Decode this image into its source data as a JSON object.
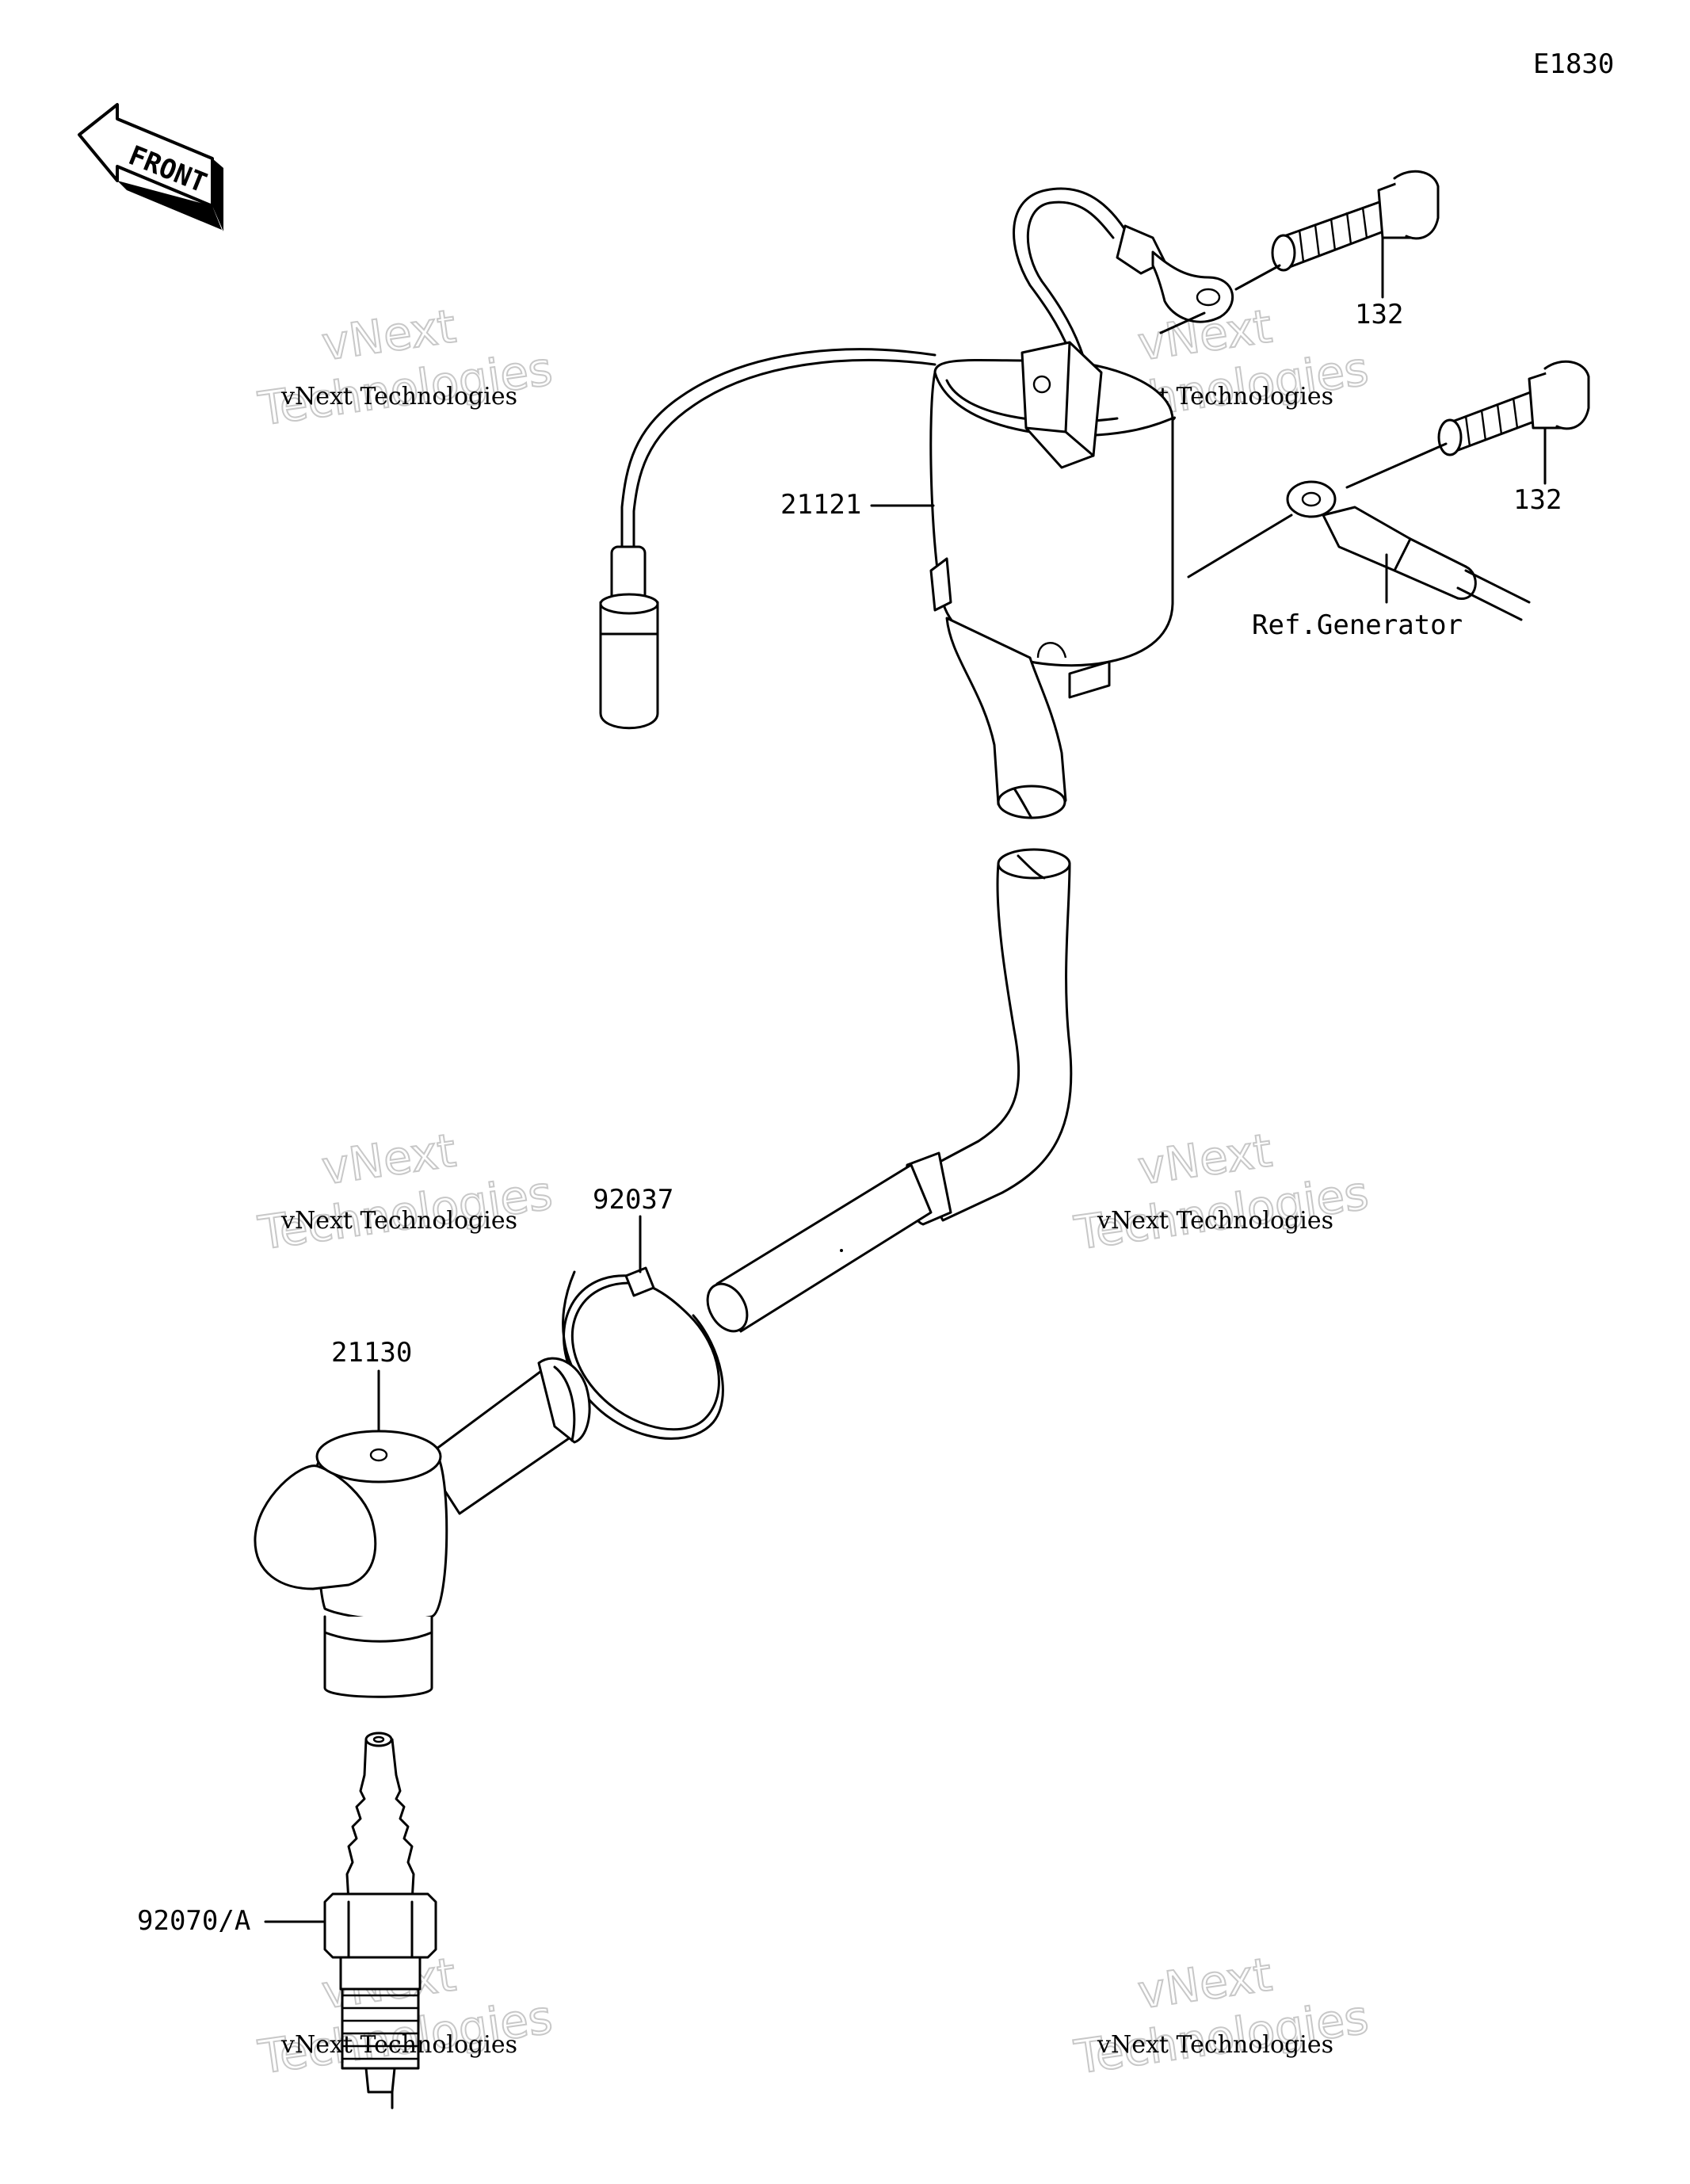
{
  "diagram_code": "E1830",
  "front_label": "FRONT",
  "watermark": {
    "line_small": "vNext Technologies",
    "line_top": "vNext",
    "line_bottom": "Technologies"
  },
  "callouts": {
    "ignition_coil": "21121",
    "bolt_upper": "132",
    "bolt_lower": "132",
    "ref_generator": "Ref.Generator",
    "clamp": "92037",
    "plug_cap": "21130",
    "spark_plug": "92070/A"
  }
}
